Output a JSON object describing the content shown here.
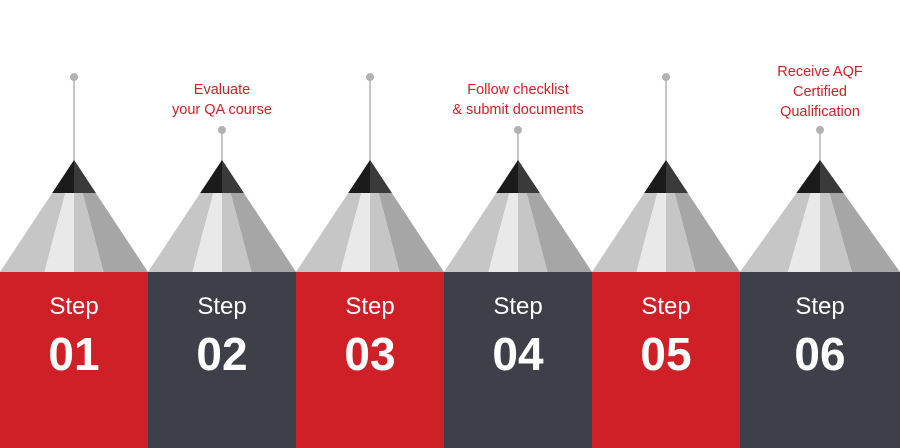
{
  "colors": {
    "red": "#d02027",
    "dark": "#3d4049",
    "wood_light": "#e9e9e9",
    "wood_mid": "#c6c6c6",
    "wood_dark": "#a6a6a6",
    "lead": "#1b1b1b",
    "caption_text": "#d02027",
    "pin": "#b2b2b2"
  },
  "steps": [
    {
      "word": "Step",
      "number": "01",
      "caption": "",
      "color": "red",
      "pin": "tall"
    },
    {
      "word": "Step",
      "number": "02",
      "caption": "Evaluate\nyour QA course",
      "color": "dark",
      "pin": "short"
    },
    {
      "word": "Step",
      "number": "03",
      "caption": "",
      "color": "red",
      "pin": "tall"
    },
    {
      "word": "Step",
      "number": "04",
      "caption": "Follow checklist\n& submit documents",
      "color": "dark",
      "pin": "short"
    },
    {
      "word": "Step",
      "number": "05",
      "caption": "",
      "color": "red",
      "pin": "tall"
    },
    {
      "word": "Step",
      "number": "06",
      "caption": "Receive AQF\nCertified\nQualification",
      "color": "dark",
      "pin": "short"
    }
  ]
}
